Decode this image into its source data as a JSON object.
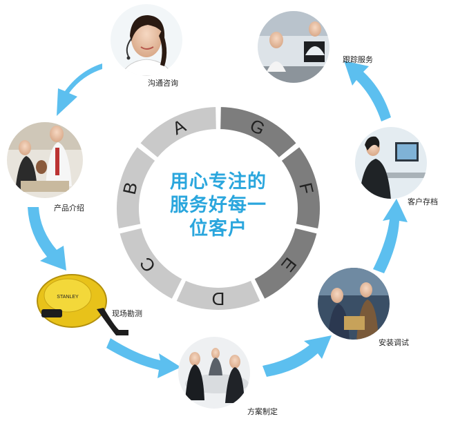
{
  "center": {
    "lines": [
      "用心专注的",
      "服务好每一",
      "位客户"
    ]
  },
  "ring_segments": [
    "G",
    "F",
    "E",
    "D",
    "C",
    "B",
    "A"
  ],
  "steps": [
    {
      "id": "communicate",
      "label": "沟通咨询",
      "picture": "smiling customer-service agent with headset"
    },
    {
      "id": "follow",
      "label": "跟踪服务",
      "picture": "two support staff at computers with headsets"
    },
    {
      "id": "archive",
      "label": "客户存档",
      "picture": "woman typing at office computer"
    },
    {
      "id": "install",
      "label": "安装调试",
      "picture": "technicians setting up equipment"
    },
    {
      "id": "plan",
      "label": "方案制定",
      "picture": "business meeting around a table"
    },
    {
      "id": "survey",
      "label": "现场勘测",
      "picture": "yellow measuring tape"
    },
    {
      "id": "product",
      "label": "产品介绍",
      "picture": "salesman presenting to clients"
    }
  ],
  "colors": {
    "center_text": "#2aa6dd",
    "arrow": "#3fb4ec",
    "seg_dark": "#7d7d7d",
    "seg_light": "#c9c9c9"
  }
}
